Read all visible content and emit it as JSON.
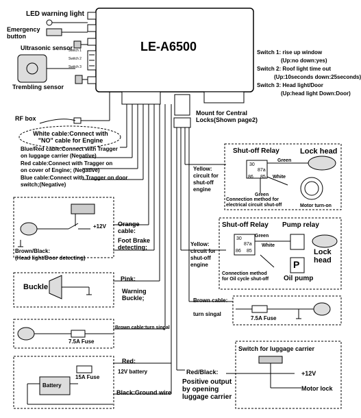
{
  "control_unit": {
    "model": "LE-A6500",
    "switch_labels": [
      "Switch 1",
      "Switch 2",
      "Switch 3"
    ]
  },
  "inputs": {
    "led": "LED warning light",
    "emergency": "Emergency\nbutton",
    "ultrasonic": "Ultrasonic sensor",
    "trembling": "Trembling sensor",
    "rf_box": "RF box"
  },
  "switch_notes": {
    "s1": "Switch 1: rise up window",
    "s1b": "(Up:no  down:yes)",
    "s2": "Switch 2: Roof light time out",
    "s2b": "(Up:10seconds  down:25seconds)",
    "s3": "Switch 3: Head light/Door",
    "s3b": "(Up:head light   Down:Door)"
  },
  "mount": "Mount for Central\nLocks(Shown page2)",
  "cables": {
    "white": "White cable:Connect with\n\"NO\" cable for Engine",
    "blue_red": "Blue/Red cable:Connect with Tragger\non luggage carrier (Negative)",
    "red": "Red cable:Connect with Tragger on\non cover of Engine; (Negative)",
    "blue": "Blue cable:Connect with Tragger on door\nswitch;(Negative)",
    "orange": "Orange\ncable:",
    "foot_brake": "Foot Brake\ndetecting;",
    "brown_black": "Brown/Black:\n(Head light/Door detecting)",
    "pink": "Pink:",
    "warning_buckle": "Warning\nBuckle;",
    "buckle": "Buckle",
    "brown_turn": "Brown cable:turn singal",
    "fuse_7a": "7.5A Fuse",
    "red_main": "Red:",
    "battery_12v": "12V battery",
    "fuse_15a": "15A Fuse",
    "battery": "Battery",
    "black_ground": "Black:Ground wire",
    "red_black": "Red/Black:",
    "positive_output": "Positive output\nby opening\nluggage carrier",
    "plus12v": "+12V"
  },
  "relay1": {
    "title": "Shut-off Relay",
    "lock_head": "Lock head",
    "yellow": "Yellow:\ncircuit for\nshut-off\nengine",
    "green1": "Green",
    "white": "White",
    "green2": "Green",
    "pins": [
      "30",
      "87a",
      "86",
      "85"
    ],
    "connection": "Connection method for\nelectrical circuit shut-off",
    "motor": "Motor turn-on"
  },
  "relay2": {
    "title": "Shut-off Relay",
    "pump_relay": "Pump relay",
    "lock_head": "Lock\nhead",
    "yellow": "Yellow:\ncircuit for\nshut-off\nengine",
    "green": "Green",
    "white": "White",
    "pins": [
      "30",
      "87a",
      "86",
      "85"
    ],
    "connection": "Connection method\nfor Oil cycle shut-off",
    "oil_pump": "Oil pump",
    "p": "P"
  },
  "brown_cable": {
    "label": "Brown cable:",
    "turn": "turn singal",
    "fuse": "7.5A Fuse"
  },
  "luggage_switch": {
    "title": "Switch for luggage carrier",
    "v12": "+12V",
    "motor_lock": "Motor lock"
  }
}
